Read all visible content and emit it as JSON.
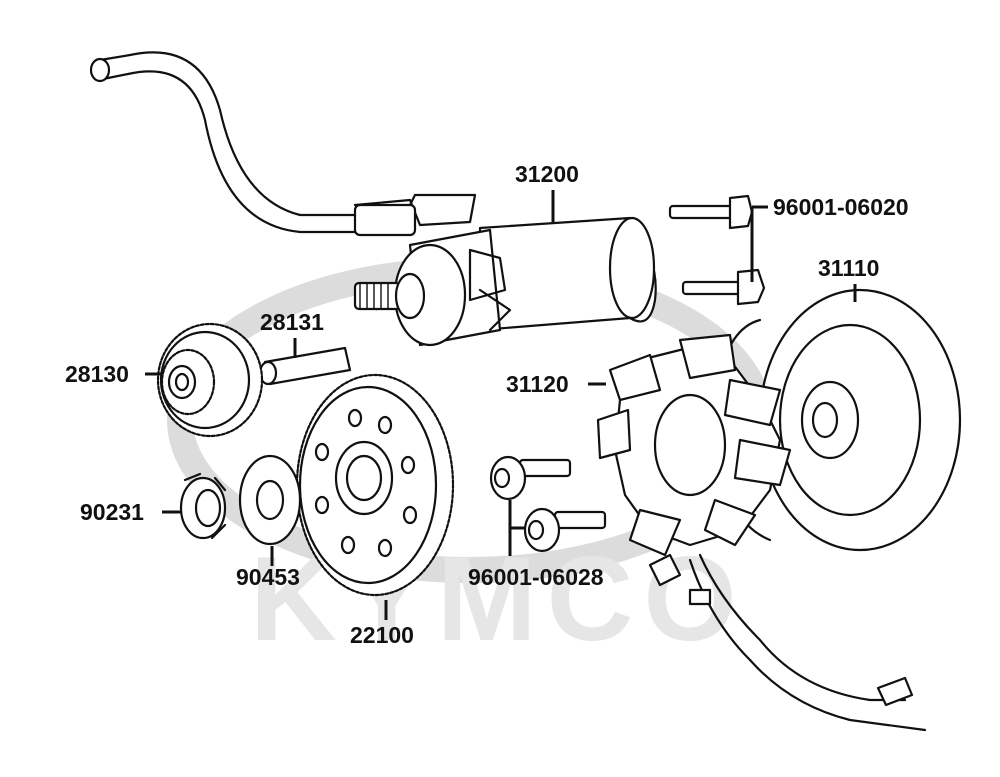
{
  "watermark": {
    "brand": "KYMCO"
  },
  "labels": {
    "starter_motor": "31200",
    "bolt_upper": "96001-06020",
    "flywheel": "31110",
    "shaft": "28131",
    "idle_gear": "28130",
    "stator": "31120",
    "nut": "90231",
    "washer": "90453",
    "bolt_lower": "96001-06028",
    "starter_gear": "22100"
  },
  "colors": {
    "line": "#111111",
    "watermark": "#dcdcdc",
    "background": "#ffffff"
  }
}
